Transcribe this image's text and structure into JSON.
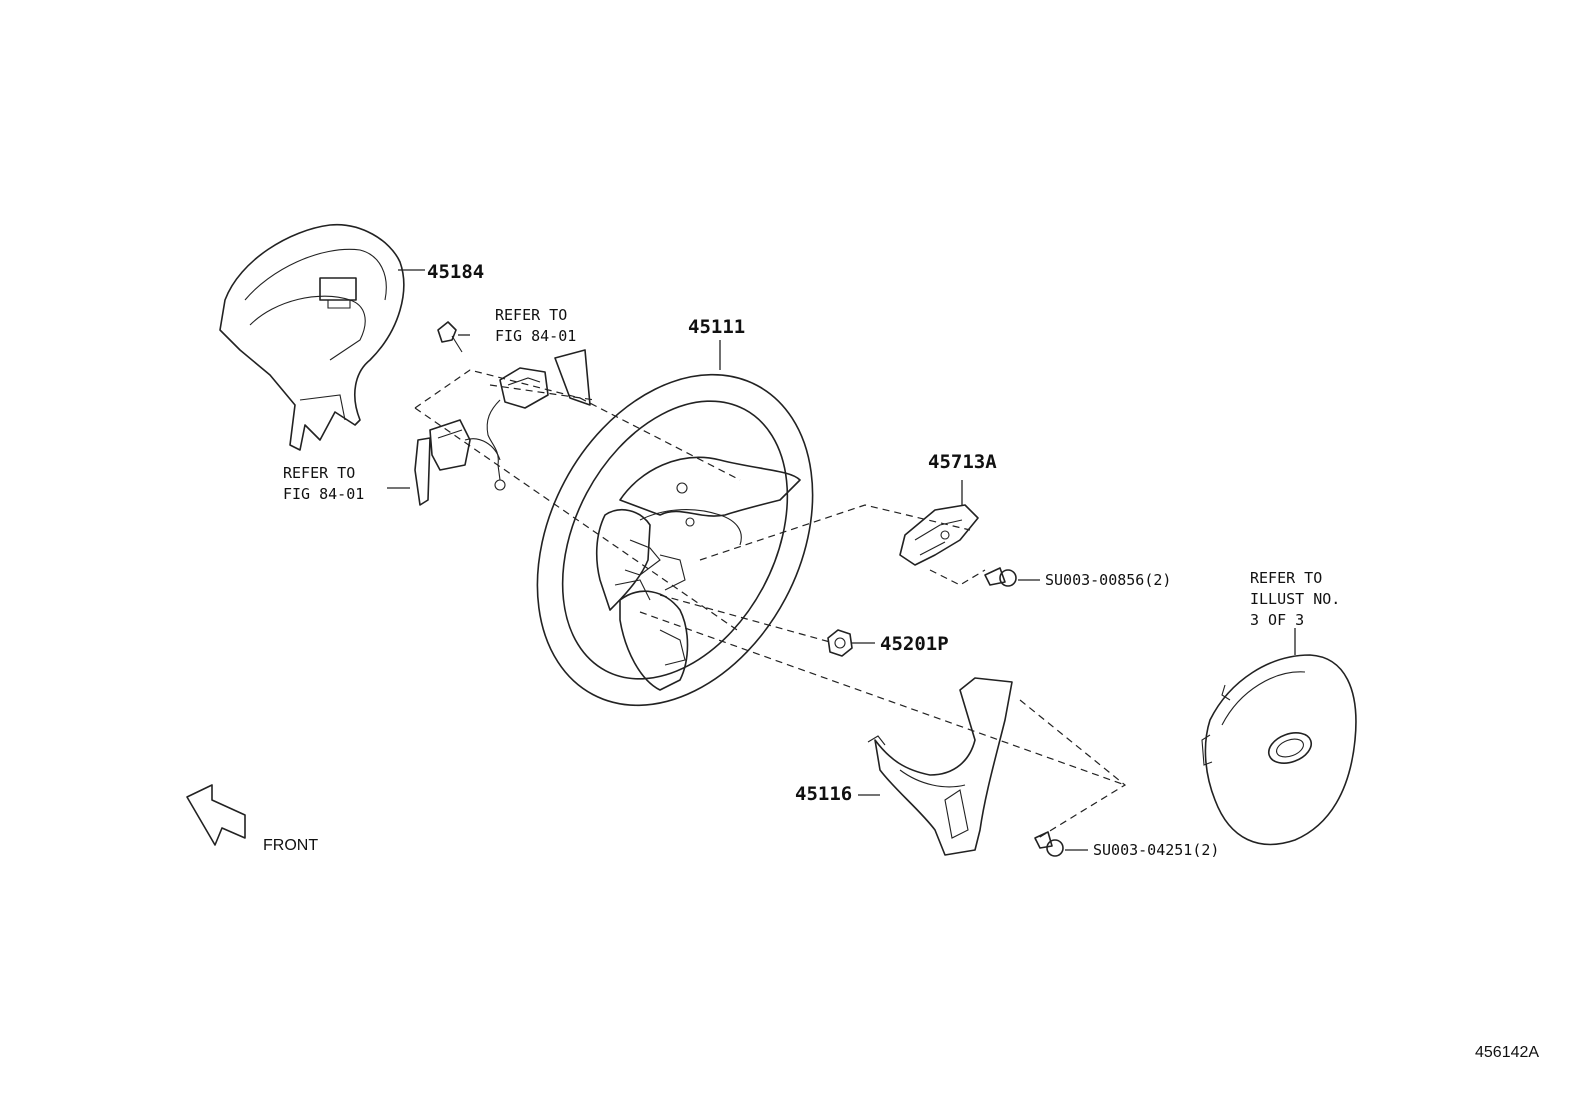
{
  "diagram": {
    "part_labels": {
      "p45184": "45184",
      "p45111": "45111",
      "p45713A": "45713A",
      "p45201P": "45201P",
      "p45116": "45116",
      "su00856": "SU003-00856(2)",
      "su04251": "SU003-04251(2)"
    },
    "refer_upper": [
      "REFER TO",
      "FIG 84-01"
    ],
    "refer_left": [
      "REFER TO",
      "FIG 84-01"
    ],
    "refer_airbag": [
      "REFER TO",
      "ILLUST NO.",
      "3 OF 3"
    ],
    "front_label": "FRONT",
    "figure_id": "456142A"
  }
}
